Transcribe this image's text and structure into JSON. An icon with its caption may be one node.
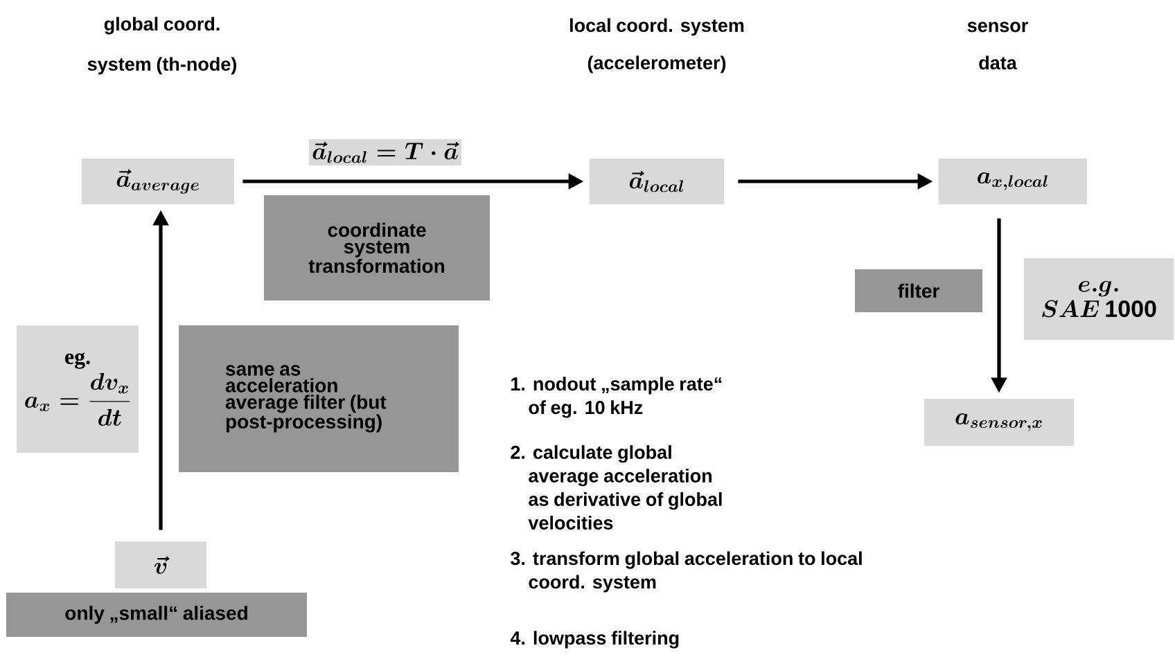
{
  "diagram": {
    "nodes": [
      {
        "text": [
          "\\vec{a}_{average}"
        ]
      },
      {
        "text": [
          "coordinate system transformation"
        ]
      },
      {
        "text": [
          "\\vec{a}_{local}"
        ]
      },
      {
        "text": [
          "a_{x,local}"
        ]
      },
      {
        "text": [
          "filter"
        ]
      },
      {
        "text": [
          "e.g.",
          "SAE\\ \\mathrm{1000}"
        ]
      },
      {
        "text": [
          "eg.",
          "a_x = \\frac{dv_x}{dt}"
        ]
      },
      {
        "text": [
          "same as acceleration average filter (but post-processing)"
        ]
      },
      {
        "text": [
          "\\vec{v}"
        ]
      },
      {
        "text": [
          "only „small“ aliased"
        ]
      },
      {
        "text": [
          "a_{sensor,x}"
        ]
      }
    ],
    "edges": [
      {
        "from": 0,
        "to": 2,
        "arrow": "to",
        "label": "\\vec{a}_{local} = T \\cdot \\vec{a}"
      },
      {
        "from": 2,
        "to": 3,
        "arrow": "to"
      },
      {
        "from": 3,
        "to": 10,
        "arrow": "to"
      },
      {
        "from": 8,
        "to": 0,
        "arrow": "to"
      }
    ],
    "labels": [
      "global coord. system (th-node)",
      "local coord. system (accelerometer)",
      "sensor data",
      "1. nodout „sample rate“ of eg. 10 kHz",
      "2. calculate global average acceleration as derivative of global velocities",
      "3. transform global acceleration to local coord. system",
      "4. lowpass filtering"
    ]
  }
}
